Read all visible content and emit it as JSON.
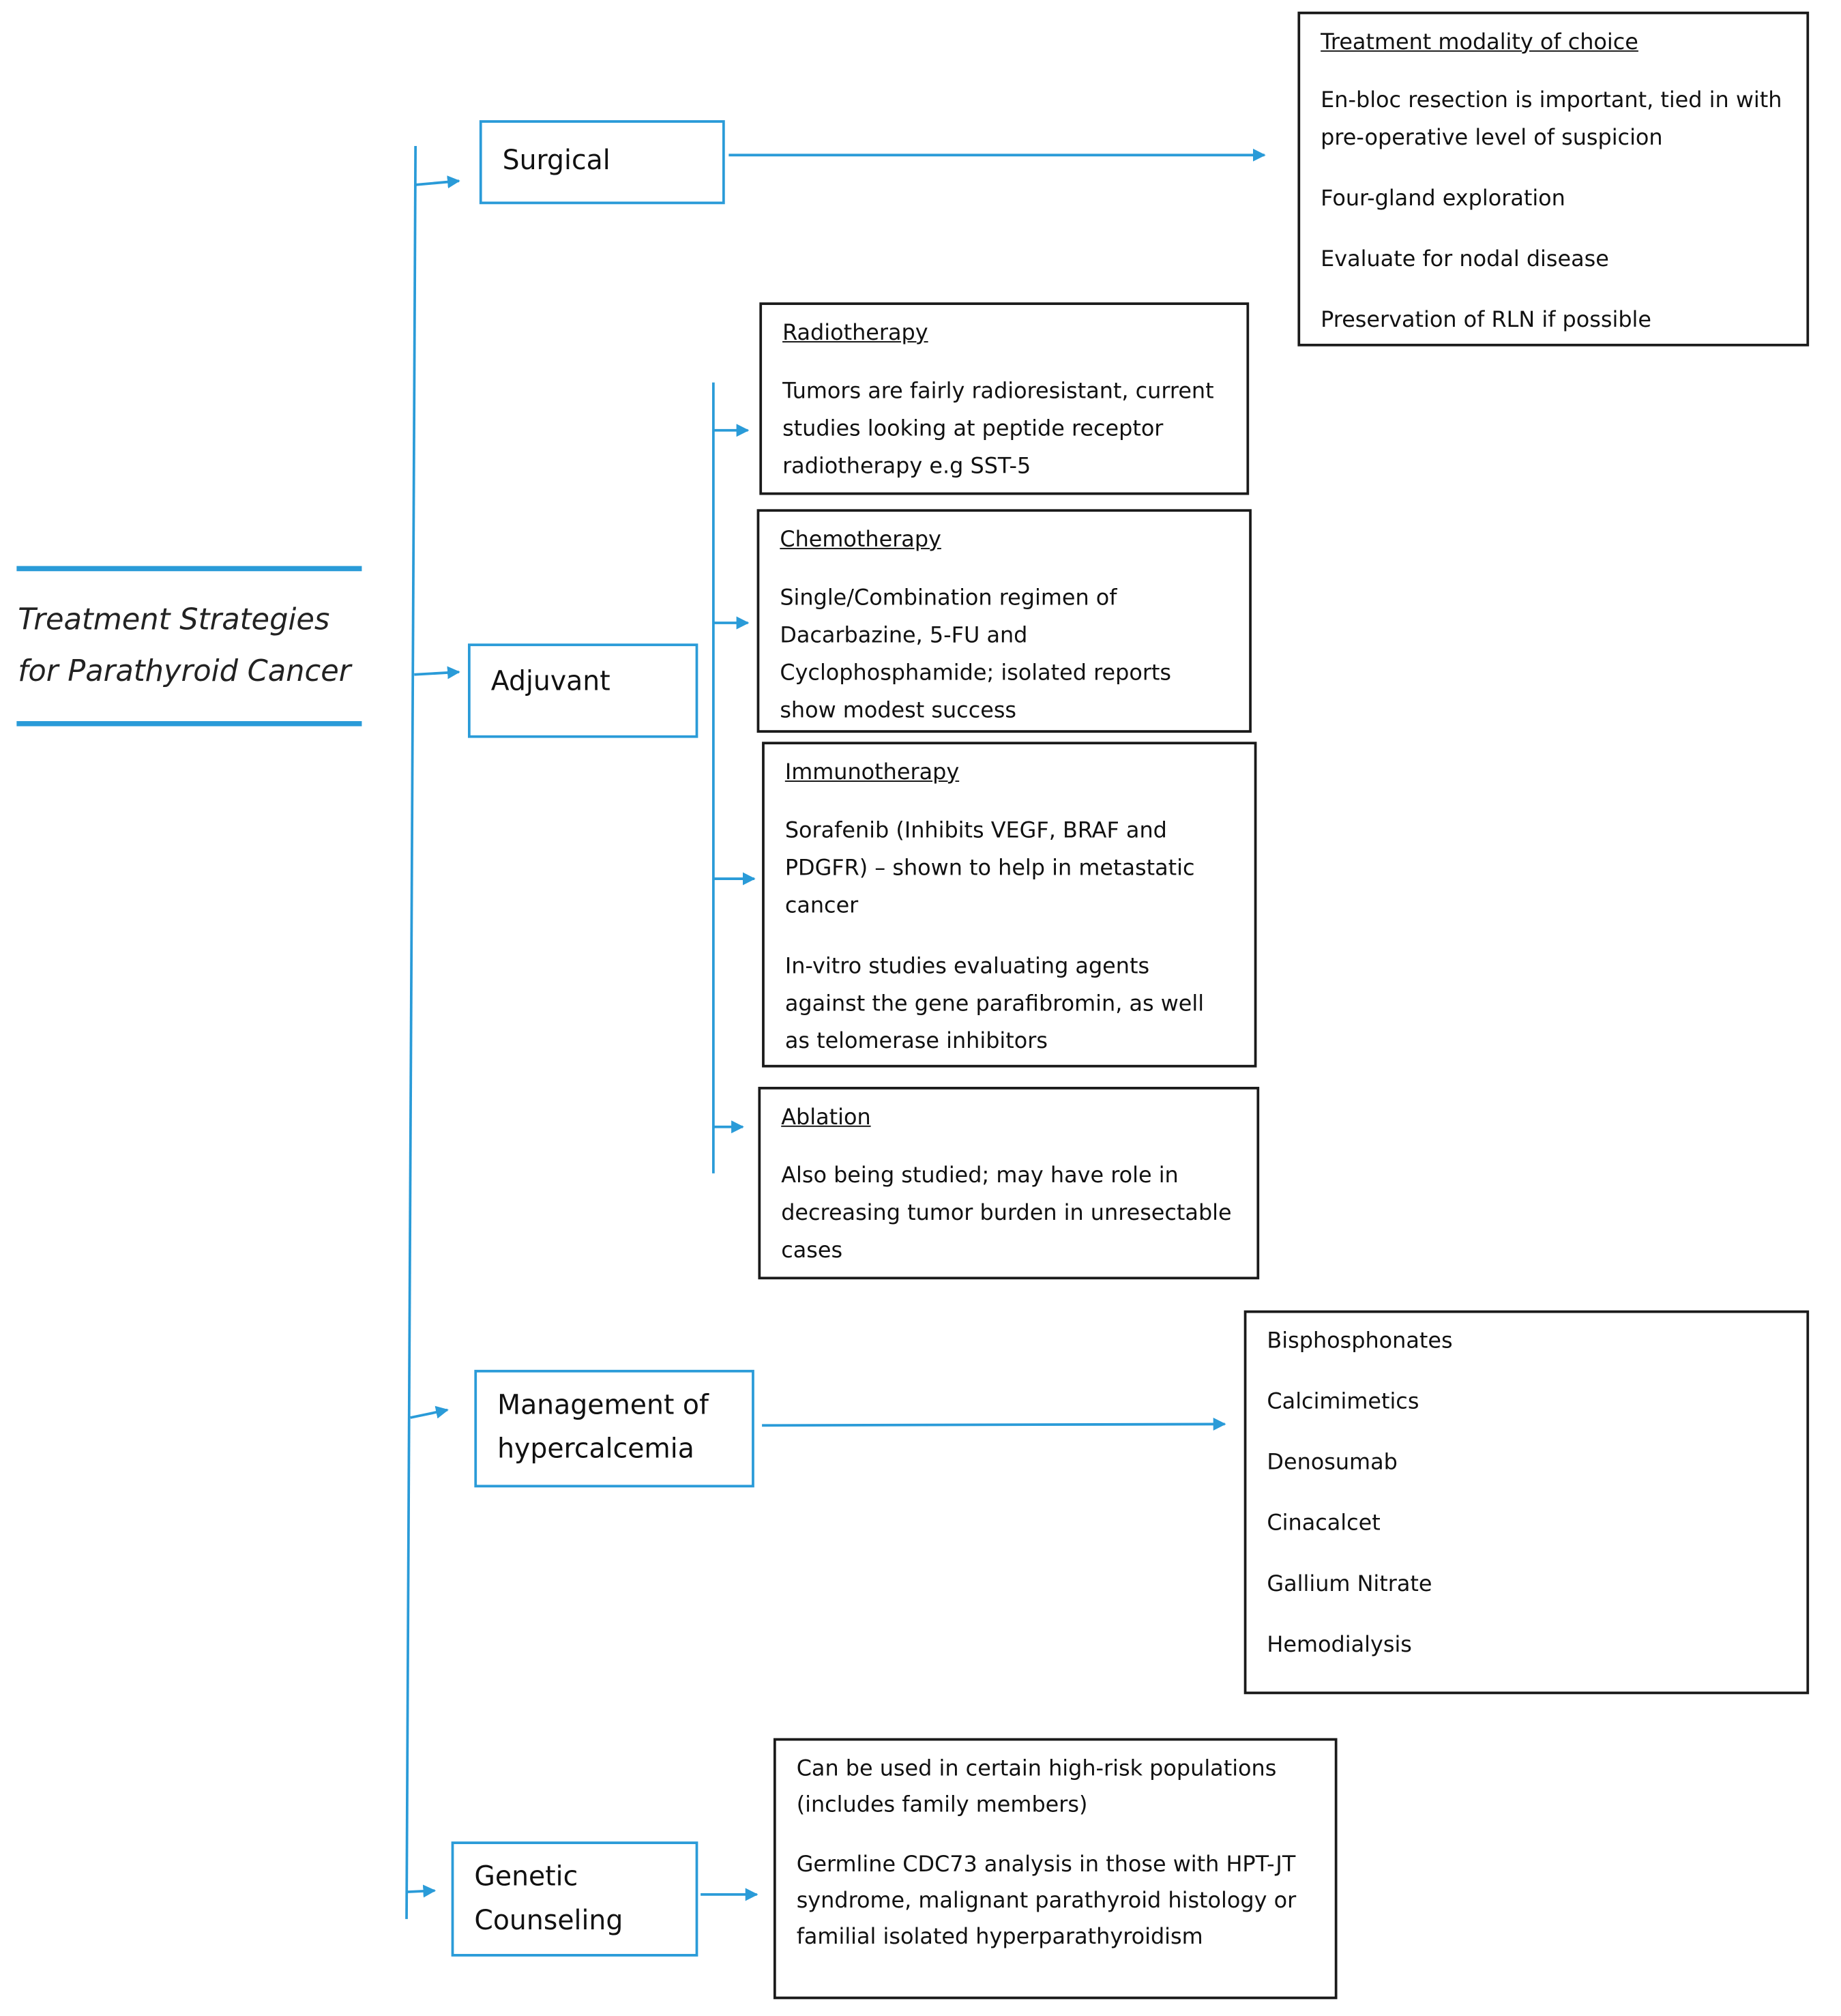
{
  "title": {
    "line1": "Treatment Strategies",
    "line2": "for Parathyroid Cancer"
  },
  "accent_color": "#2a9bd8",
  "branches": {
    "surgical": {
      "label": "Surgical",
      "detail": {
        "heading": "Treatment modality of choice",
        "items": [
          "En-bloc resection is important, tied in with pre-operative level of suspicion",
          "Four-gland exploration",
          "Evaluate for nodal disease",
          "Preservation of RLN if possible"
        ]
      }
    },
    "adjuvant": {
      "label": "Adjuvant",
      "options": [
        {
          "heading": "Radiotherapy",
          "items": [
            "Tumors are fairly radioresistant, current studies looking at peptide receptor radiotherapy e.g SST-5"
          ]
        },
        {
          "heading": "Chemotherapy",
          "items": [
            "Single/Combination regimen of Dacarbazine, 5-FU and Cyclophosphamide; isolated reports show modest success"
          ]
        },
        {
          "heading": "Immunotherapy",
          "items": [
            "Sorafenib (Inhibits VEGF, BRAF and PDGFR) – shown to help in metastatic cancer",
            "In-vitro studies evaluating agents against the gene parafibromin, as well as telomerase inhibitors"
          ]
        },
        {
          "heading": "Ablation",
          "items": [
            "Also being studied; may have role in decreasing tumor burden in unresectable cases"
          ]
        }
      ]
    },
    "hypercalcemia": {
      "label": "Management of hypercalcemia",
      "items": [
        "Bisphosphonates",
        "Calcimimetics",
        "Denosumab",
        "Cinacalcet",
        "Gallium Nitrate",
        "Hemodialysis"
      ]
    },
    "genetic": {
      "label": "Genetic Counseling",
      "items": [
        "Can be used in certain high-risk populations (includes family members)",
        "Germline CDC73 analysis in those with HPT-JT syndrome, malignant parathyroid histology or familial isolated hyperparathyroidism"
      ]
    }
  }
}
